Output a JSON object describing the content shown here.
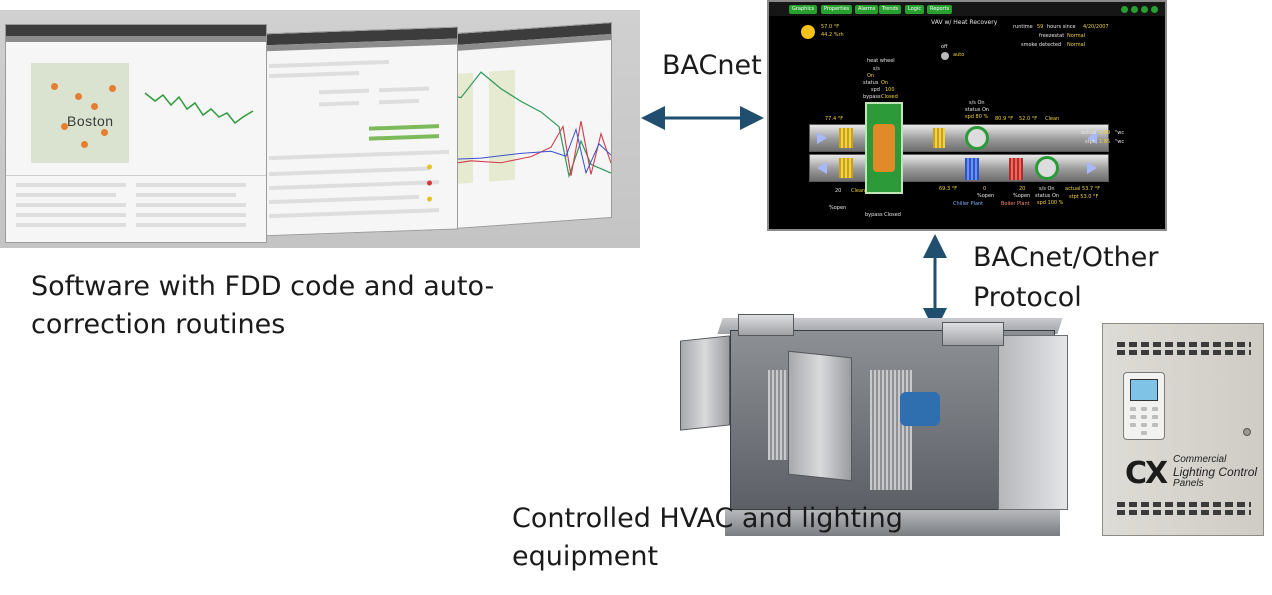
{
  "captions": {
    "software": "Software with FDD code and auto-correction routines",
    "hvac": "Controlled HVAC and lighting equipment"
  },
  "protocols": {
    "top": "BACnet",
    "right": "BACnet/Other Protocol"
  },
  "software_screens": {
    "map_label": "Boston"
  },
  "hmi": {
    "menu": [
      "Graphics",
      "Properties",
      "Alarms",
      "Trends",
      "Logic",
      "Reports"
    ],
    "title": "VAV w/ Heat Recovery",
    "outside_temp": "57.0 °F",
    "outside_humidity": "44.2 %rh",
    "runtime_label": "runtime",
    "runtime_value": "59",
    "runtime_suffix": "hours since",
    "runtime_date": "4/20/2007",
    "freezestat_label": "freezestat",
    "freezestat_value": "Normal",
    "smoke_label": "smoke detected",
    "smoke_value": "Normal",
    "mode_off": "off",
    "mode_auto": "auto",
    "heat_wheel_label": "heat wheel",
    "ss_label": "s/s",
    "ss_value": "On",
    "status_label": "status",
    "status_value": "On",
    "spd_label": "spd",
    "spd_value": "100",
    "bypass_label": "bypass",
    "bypass_value": "Closed",
    "ra_temp": "77.4 °F",
    "supply_ss": "s/s On",
    "supply_status": "status On",
    "supply_spd": "spd 80 %",
    "mixed_temp": "80.9 °F",
    "post_temp": "52.0 °F",
    "filter_clean_top": "Clean",
    "filter_clean_bottom": "Clean",
    "damper_open": "20",
    "damper_label": "%open",
    "actual_label": "actual",
    "actual_value": "1.89",
    "sp_unit": "\"wc",
    "stpt_label": "stpt",
    "stpt_value": "1.85",
    "coil_temp": "69.3 °F",
    "chw_pct": "0",
    "chw_label": "%open",
    "hw_pct": "20",
    "hw_label": "%open",
    "chiller": "Chiller Plant",
    "boiler": "Boiler Plant",
    "exh_ss": "s/s On",
    "exh_status": "status On",
    "exh_spd": "spd 100 %",
    "sat_actual": "actual 53.7 °F",
    "sat_stpt": "stpt 53.0 °F",
    "bottom_bypass": "bypass Closed"
  },
  "cx_panel": {
    "logo": "CX",
    "line1": "Commercial",
    "line2": "Lighting Control",
    "line3": "Panels"
  },
  "colors": {
    "arrow": "#1f4e6e",
    "hmi_green": "#27a02f",
    "hmi_value": "#f0d23a"
  }
}
